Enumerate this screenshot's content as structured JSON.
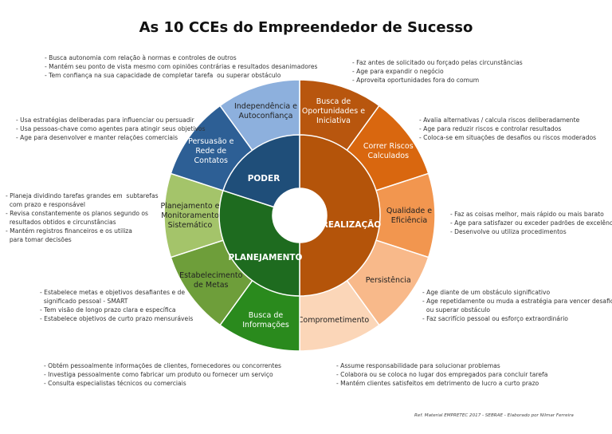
{
  "title": "As 10 CCEs do Empreendedor de Sucesso",
  "footer": "Ref. Material EMPRETEC 2017  -  SEBRAE  -  Elaborado por Nilmar Ferreira",
  "colors": {
    "poder_center": "#1f4e79",
    "realizacao_center": "#b4540a",
    "planejamento_center": "#1e6b1f",
    "hub": "#ffffff"
  },
  "groups": {
    "poder": "PODER",
    "realizacao": "REALIZAÇÃO",
    "planejamento": "PLANEJAMENTO"
  },
  "segments": [
    {
      "label": "Busca de\nOportunidades e\nIniciativa",
      "color": "#b8560e",
      "text_color": "#ffffff"
    },
    {
      "label": "Correr Riscos\nCalculados",
      "color": "#d9670f",
      "text_color": "#ffffff"
    },
    {
      "label": "Qualidade e\nEficiência",
      "color": "#f2964f",
      "text_color": "#222222"
    },
    {
      "label": "Persistência",
      "color": "#f8b98a",
      "text_color": "#222222"
    },
    {
      "label": "Comprometimento",
      "color": "#fbd6b8",
      "text_color": "#222222"
    },
    {
      "label": "Busca de\nInformações",
      "color": "#2a8a1d",
      "text_color": "#ffffff"
    },
    {
      "label": "Estabelecimento\nde Metas",
      "color": "#6e9e3a",
      "text_color": "#222222"
    },
    {
      "label": "Planejamento e\nMonitoramento\nSistemático",
      "color": "#a4c46a",
      "text_color": "#222222"
    },
    {
      "label": "Persuasão e\nRede de\nContatos",
      "color": "#2d5f95",
      "text_color": "#ffffff"
    },
    {
      "label": "Independência e\nAutoconfiança",
      "color": "#8db0dd",
      "text_color": "#222222"
    }
  ],
  "notes": {
    "independencia": "- Busca autonomia com relação à normas e controles de outros\n- Mantém seu ponto de vista mesmo com opiniões contrárias e resultados desanimadores\n- Tem confiança na sua capacidade de completar tarefa  ou superar obstáculo",
    "oportunidades": "- Faz antes de solicitado ou forçado pelas circunstâncias\n- Age para expandir o negócio\n- Aproveita oportunidades fora do comum",
    "riscos": "- Avalia alternativas / calcula riscos deliberadamente\n- Age para reduzir riscos e controlar resultados\n- Coloca-se em situações de desafios ou riscos moderados",
    "persuasao": "- Usa estratégias deliberadas para influenciar ou persuadir\n- Usa pessoas-chave como agentes para atingir seus objetivos\n- Age para desenvolver e manter relações comerciais",
    "planejamento": "- Planeja dividindo tarefas grandes em  subtarefas\n  com prazo e responsável\n- Revisa constantemente os planos segundo os\n  resultados obtidos e circunstâncias\n- Mantém registros financeiros e os utiliza\n  para tomar decisões",
    "qualidade": "- Faz as coisas melhor, mais rápido ou mais barato\n- Age para satisfazer ou exceder padrões de excelência\n- Desenvolve ou utiliza procedimentos",
    "metas": "- Estabelece metas e objetivos desafiantes e de\n  significado pessoal - SMART\n- Tem visão de longo prazo clara e específica\n- Estabelece objetivos de curto prazo mensuráveis",
    "persistencia": "- Age diante de um obstáculo significativo\n- Age repetidamente ou muda a estratégia para vencer desafio\n  ou superar obstáculo\n- Faz sacrifício pessoal ou esforço extraordinário",
    "informacoes": "- Obtém pessoalmente informações de clientes, fornecedores ou concorrentes\n- Investiga pessoalmente como fabricar um produto ou fornecer um serviço\n- Consulta especialistas técnicos ou comerciais",
    "comprometimento": "- Assume responsabilidade para solucionar problemas\n- Colabora ou se coloca no lugar dos empregados para concluir tarefa\n- Mantém clientes satisfeitos em detrimento de lucro a curto prazo"
  }
}
